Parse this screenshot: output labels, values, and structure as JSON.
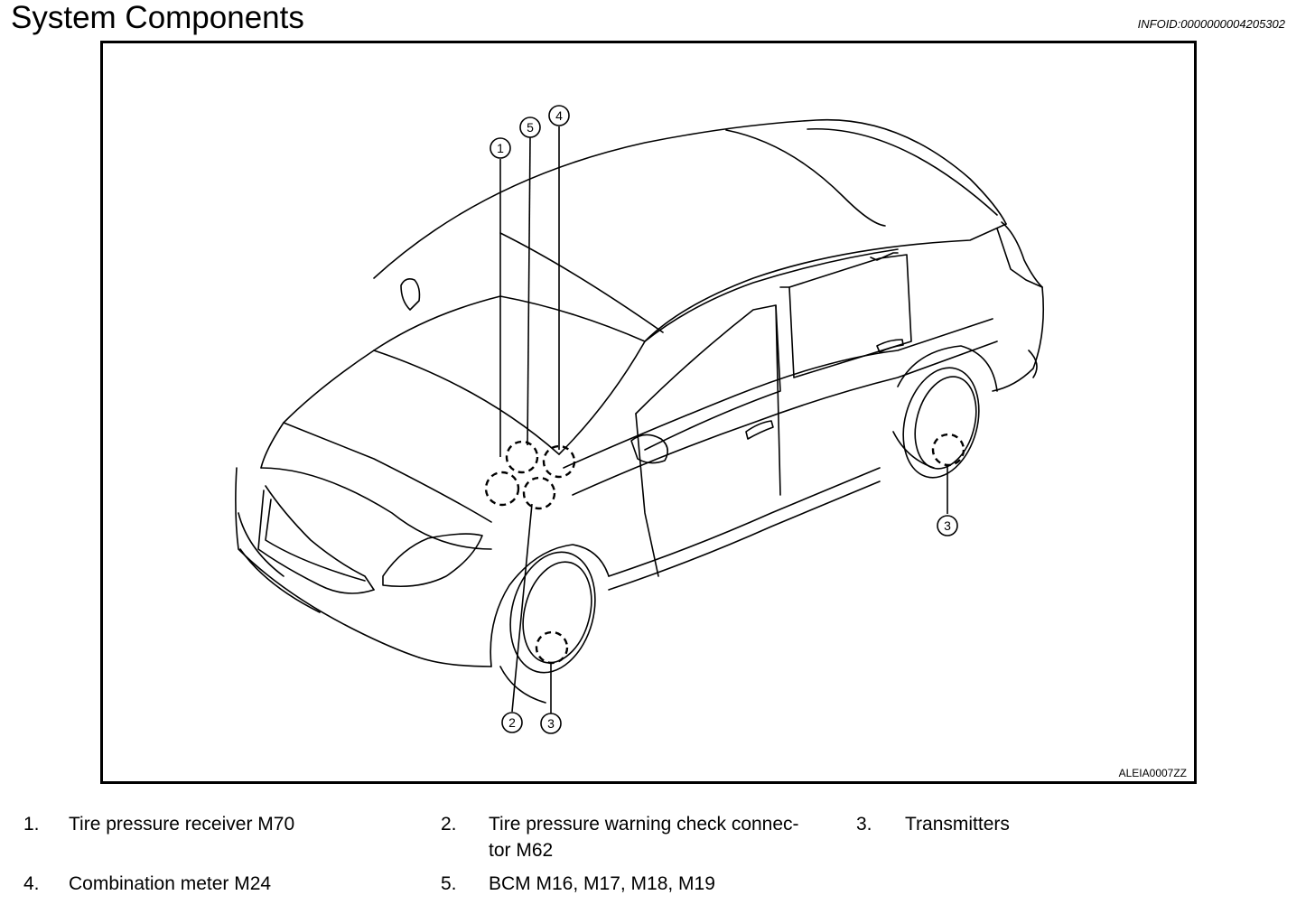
{
  "header": {
    "title": "System Components",
    "info_id": "INFOID:0000000004205302"
  },
  "figure": {
    "code": "ALEIA0007ZZ",
    "callouts": {
      "c1": "1",
      "c2": "2",
      "c3a": "3",
      "c3b": "3",
      "c4": "4",
      "c5": "5"
    }
  },
  "legend": {
    "items": [
      {
        "num": "1.",
        "text": "Tire pressure receiver M70"
      },
      {
        "num": "2.",
        "text": "Tire pressure warning check connec-",
        "text2": "tor M62"
      },
      {
        "num": "3.",
        "text": "Transmitters"
      },
      {
        "num": "4.",
        "text": "Combination meter M24"
      },
      {
        "num": "5.",
        "text": "BCM M16, M17, M18, M19"
      }
    ]
  }
}
